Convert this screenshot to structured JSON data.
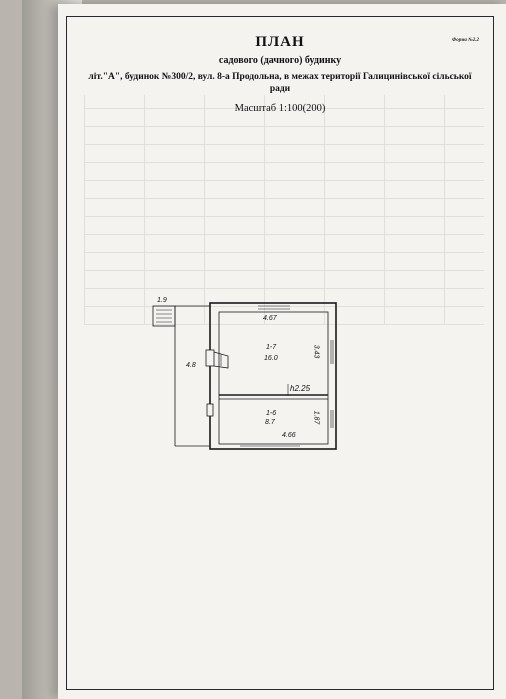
{
  "document": {
    "form_number": "Форма №2.2",
    "title": "ПЛАН",
    "subtitle": "садового (дачного) будинку",
    "address": "літ.\"А\", будинок №300/2, вул. 8-а Продольна, в межах території Галицинівської сільської ради",
    "scale": "Масштаб 1:100(200)"
  },
  "floor_plan": {
    "labels": {
      "stair_width": "1.9",
      "left_wall": "4.8",
      "room1_width": "4.67",
      "room1_height": "3.43",
      "room1_id": "1-7",
      "room1_area": "16.0",
      "room2_id": "1-6",
      "room2_area": "8.7",
      "room2_width": "4.66",
      "room2_height": "1.87",
      "ceiling": "h2.25"
    }
  }
}
